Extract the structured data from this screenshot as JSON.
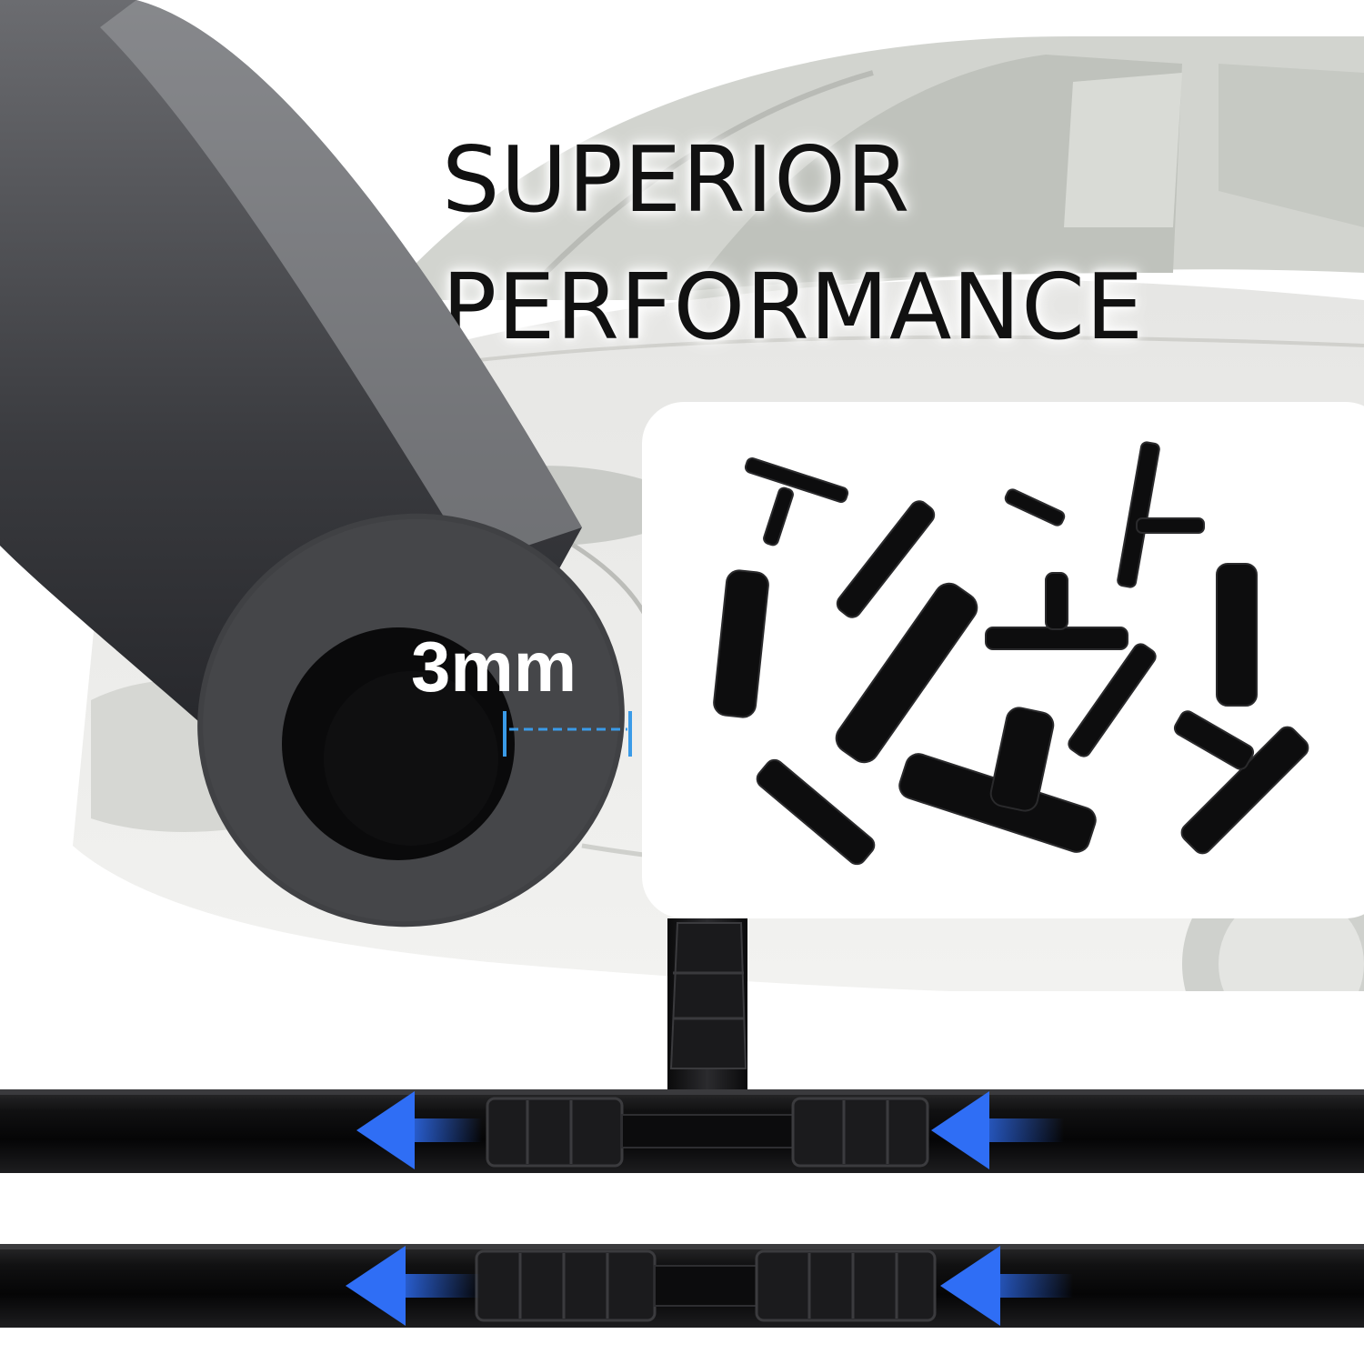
{
  "headline": {
    "line1": "SUPERIOR",
    "line2": "PERFORMANCE"
  },
  "hose": {
    "inner_diameter_label": "3mm"
  },
  "icons": {
    "flow_arrow": "arrow-left-icon"
  },
  "colors": {
    "hose": "#1a1a1a",
    "flow_arrow": "#2f6ef5",
    "dimension_line": "#3a9be8",
    "headline_text": "#111111"
  }
}
